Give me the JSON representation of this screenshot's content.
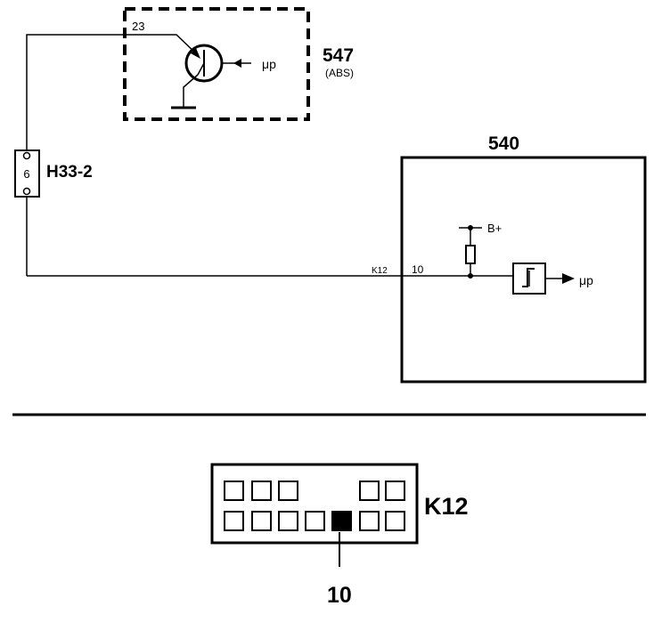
{
  "abs_module": {
    "pin": "23",
    "signal": "μp",
    "number": "547",
    "name": "(ABS)"
  },
  "connector_block": {
    "pin": "6",
    "label": "H33-2"
  },
  "control_module": {
    "number": "540",
    "supply": "B+",
    "connector": "K12",
    "pin": "10",
    "signal": "μp"
  },
  "connector_view": {
    "label": "K12",
    "highlighted_pin": "10",
    "top_row_pins": 5,
    "bottom_row_pins": 7
  }
}
